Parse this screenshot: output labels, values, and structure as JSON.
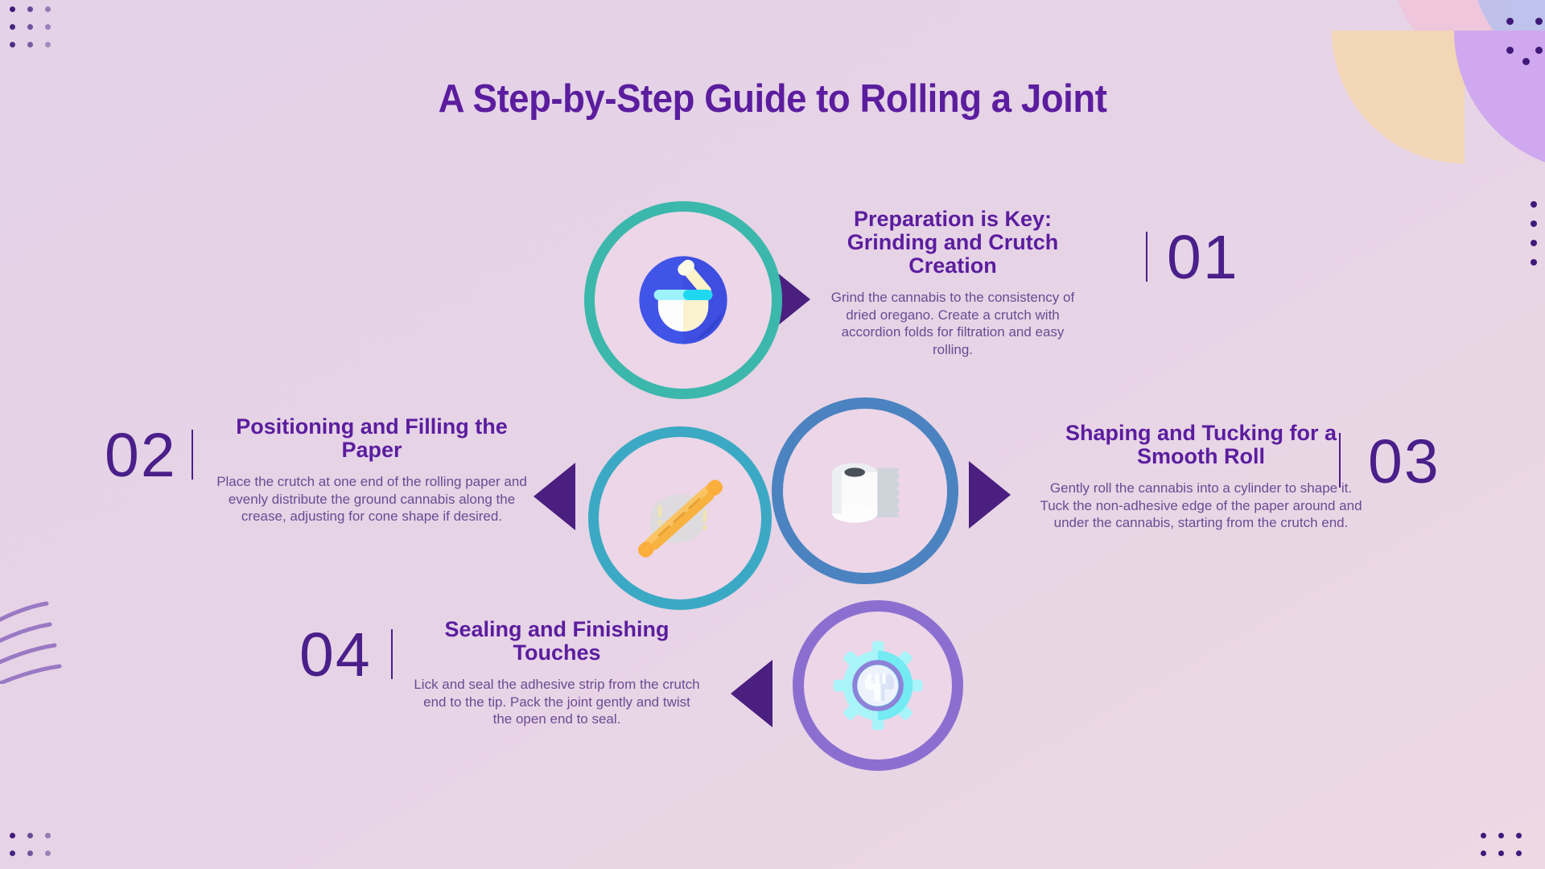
{
  "title": "A Step-by-Step Guide to Rolling a Joint",
  "colors": {
    "background": "#e7d5e7",
    "title": "#5b1d9e",
    "heading": "#5b1d9e",
    "body_text": "#6b4b93",
    "number": "#4a1f8a",
    "arrow": "#4a1f7f",
    "ring_1": "#3bb8ab",
    "ring_2": "#3ba9c4",
    "ring_3": "#4b83c0",
    "ring_4": "#8b6fd0"
  },
  "steps": [
    {
      "number": "01",
      "heading": "Preparation is Key: Grinding and Crutch Creation",
      "body": "Grind the cannabis to the consistency of dried oregano. Create a crutch with accordion folds for filtration and easy rolling.",
      "icon": "mortar-and-pestle-icon"
    },
    {
      "number": "02",
      "heading": "Positioning and Filling the Paper",
      "body": "Place the crutch at one end of the rolling paper and evenly distribute the ground cannabis along the crease, adjusting for cone shape if desired.",
      "icon": "rolling-pin-icon"
    },
    {
      "number": "03",
      "heading": "Shaping and Tucking for a Smooth Roll",
      "body": "Gently roll the cannabis into a cylinder to shape it. Tuck the non-adhesive edge of the paper around and under the cannabis, starting from the crutch end.",
      "icon": "paper-roll-icon"
    },
    {
      "number": "04",
      "heading": "Sealing and Finishing Touches",
      "body": "Lick and seal the adhesive strip from the crutch end to the tip. Pack the joint gently and twist the open end to seal.",
      "icon": "gear-icon"
    }
  ]
}
